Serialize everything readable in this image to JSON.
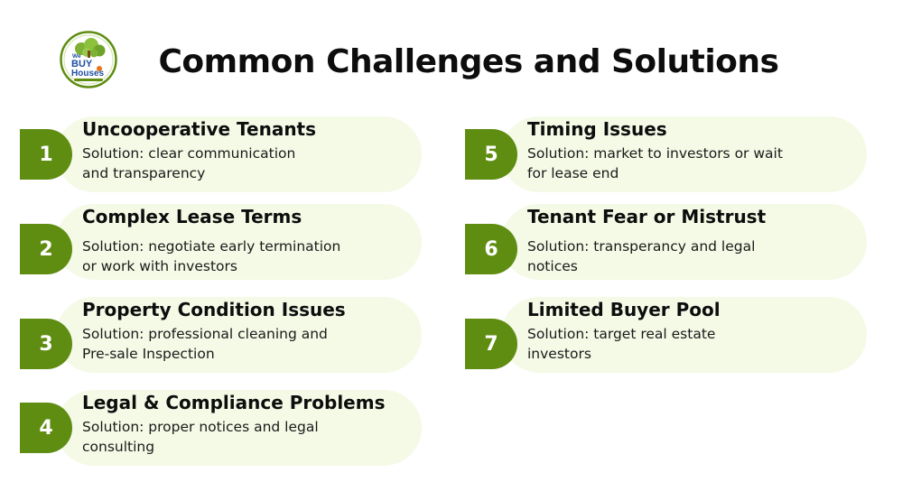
{
  "header": {
    "title": "Common Challenges and Solutions",
    "logo": {
      "line1": "We",
      "line2": "BUY",
      "line3": "Houses",
      "icon": "tree-house-logo-icon",
      "colors": {
        "green": "#5f8d12",
        "orange": "#e8741c",
        "blue": "#1f4fa0"
      }
    }
  },
  "colors": {
    "accent": "#5f8d12",
    "card_bg": "#f4fae6"
  },
  "challenges": [
    {
      "number": "1",
      "title": "Uncooperative Tenants",
      "line1": "Solution: clear communication",
      "line2": "and transparency"
    },
    {
      "number": "2",
      "title": "Complex Lease Terms",
      "line1": "Solution: negotiate early termination",
      "line2": "or work with investors"
    },
    {
      "number": "3",
      "title": "Property Condition Issues",
      "line1": "Solution: professional cleaning and",
      "line2": "Pre-sale Inspection"
    },
    {
      "number": "4",
      "title": "Legal & Compliance Problems",
      "line1": "Solution: proper notices and legal",
      "line2": "consulting"
    },
    {
      "number": "5",
      "title": "Timing Issues",
      "line1": "Solution: market to investors or wait",
      "line2": "for lease end"
    },
    {
      "number": "6",
      "title": "Tenant Fear or Mistrust",
      "line1": "Solution: transperancy and legal",
      "line2": "notices"
    },
    {
      "number": "7",
      "title": "Limited Buyer Pool",
      "line1": "Solution: target real estate",
      "line2": "investors"
    }
  ]
}
